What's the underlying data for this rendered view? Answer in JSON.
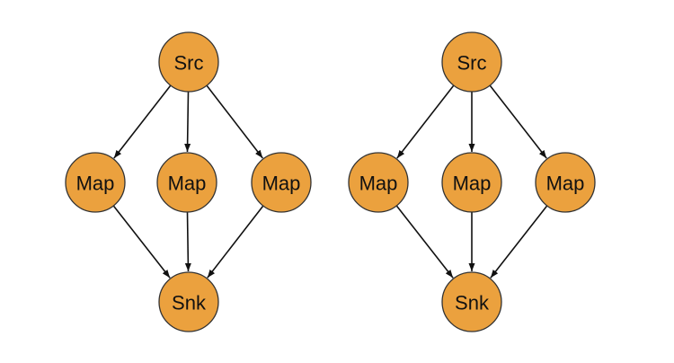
{
  "colors": {
    "node_fill": "#EBA13E",
    "node_stroke": "#333333",
    "edge": "#111111",
    "background": "#ffffff"
  },
  "diagrams": [
    {
      "nodes": [
        {
          "id": "src",
          "label": "Src"
        },
        {
          "id": "map1",
          "label": "Map"
        },
        {
          "id": "map2",
          "label": "Map"
        },
        {
          "id": "map3",
          "label": "Map"
        },
        {
          "id": "snk",
          "label": "Snk"
        }
      ],
      "edges": [
        {
          "from": "src",
          "to": "map1"
        },
        {
          "from": "src",
          "to": "map2"
        },
        {
          "from": "src",
          "to": "map3"
        },
        {
          "from": "map1",
          "to": "snk"
        },
        {
          "from": "map2",
          "to": "snk"
        },
        {
          "from": "map3",
          "to": "snk"
        }
      ]
    },
    {
      "nodes": [
        {
          "id": "src",
          "label": "Src"
        },
        {
          "id": "map1",
          "label": "Map"
        },
        {
          "id": "map2",
          "label": "Map"
        },
        {
          "id": "map3",
          "label": "Map"
        },
        {
          "id": "snk",
          "label": "Snk"
        }
      ],
      "edges": [
        {
          "from": "src",
          "to": "map1"
        },
        {
          "from": "src",
          "to": "map2"
        },
        {
          "from": "src",
          "to": "map3"
        },
        {
          "from": "map1",
          "to": "snk"
        },
        {
          "from": "map2",
          "to": "snk"
        },
        {
          "from": "map3",
          "to": "snk"
        }
      ]
    }
  ]
}
